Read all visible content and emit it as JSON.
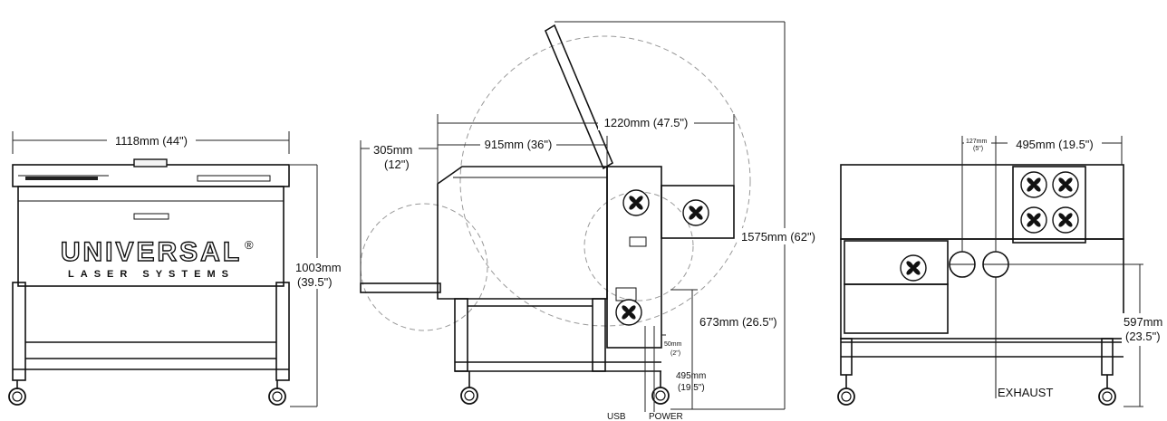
{
  "front_view": {
    "width_label": "1118mm (44\")",
    "height_label_mm": "1003mm",
    "height_label_in": "(39.5\")",
    "logo_main": "UNIVERSAL",
    "logo_mark": "®",
    "logo_sub": "LASER SYSTEMS"
  },
  "side_view": {
    "lid_clearance_label_mm": "305mm",
    "lid_clearance_label_in": "(12\")",
    "depth_label": "915mm (36\")",
    "overall_depth_label": "1220mm (47.5\")",
    "height_open_label": "1575mm (62\")",
    "table_height_label": "673mm (26.5\")",
    "port_offset_label_mm": "50mm",
    "port_offset_label_in": "(2\")",
    "port_height_label_mm": "495mm",
    "port_height_label_in": "(19.5\")",
    "usb_label": "USB",
    "power_label": "POWER"
  },
  "rear_view": {
    "exhaust_spacing_label_mm": "127mm",
    "exhaust_spacing_label_in": "(5\")",
    "exhaust_offset_label": "495mm (19.5\")",
    "exhaust_height_label_mm": "597mm",
    "exhaust_height_label_in": "(23.5\")",
    "exhaust_label": "EXHAUST"
  },
  "icons": [
    "fan-icon",
    "caster-wheel-icon",
    "exhaust-port-icon"
  ]
}
